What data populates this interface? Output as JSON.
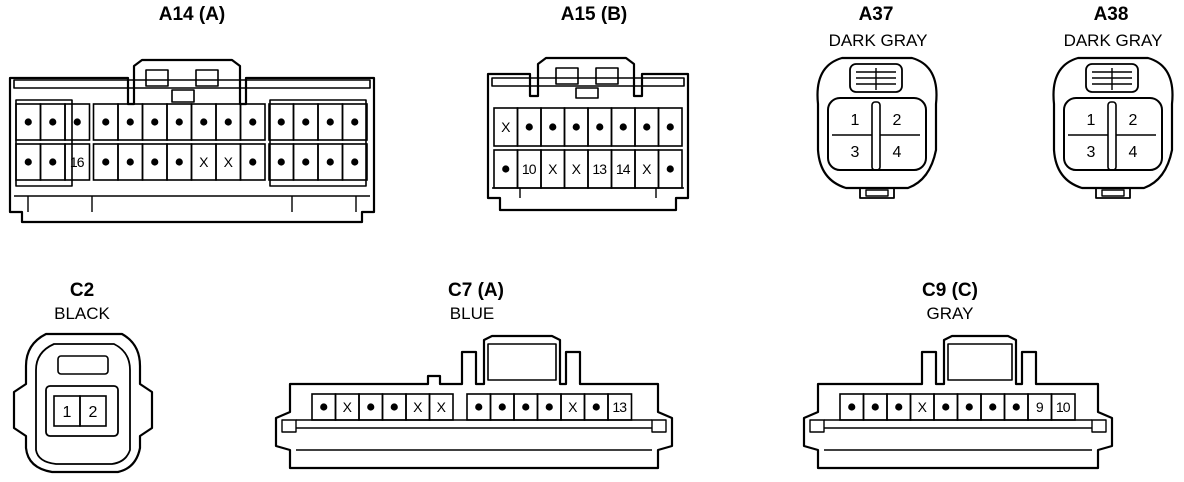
{
  "connectors": [
    {
      "id": "A14",
      "title": "A14 (A)",
      "subtitle": "",
      "rows": [
        [
          "•",
          "•",
          "•",
          "•",
          "•",
          "•",
          "•",
          "•",
          "•",
          "•",
          "•",
          "•",
          "•",
          "•"
        ],
        [
          "•",
          "•",
          "16",
          "•",
          "•",
          "•",
          "•",
          "X",
          "X",
          "•",
          "•",
          "•",
          "•",
          "•"
        ]
      ]
    },
    {
      "id": "A15",
      "title": "A15 (B)",
      "subtitle": "",
      "rows": [
        [
          "X",
          "•",
          "•",
          "•",
          "•",
          "•",
          "•",
          "•"
        ],
        [
          "•",
          "10",
          "X",
          "X",
          "13",
          "14",
          "X",
          "•"
        ]
      ]
    },
    {
      "id": "A37",
      "title": "A37",
      "subtitle": "DARK GRAY",
      "rows": [
        [
          "1",
          "2"
        ],
        [
          "3",
          "4"
        ]
      ]
    },
    {
      "id": "A38",
      "title": "A38",
      "subtitle": "DARK GRAY",
      "rows": [
        [
          "1",
          "2"
        ],
        [
          "3",
          "4"
        ]
      ]
    },
    {
      "id": "C2",
      "title": "C2",
      "subtitle": "BLACK",
      "rows": [
        [
          "1",
          "2"
        ]
      ]
    },
    {
      "id": "C7",
      "title": "C7 (A)",
      "subtitle": "BLUE",
      "rows": [
        [
          "•",
          "X",
          "•",
          "•",
          "X",
          "X",
          "•",
          "•",
          "•",
          "•",
          "X",
          "•",
          "13"
        ]
      ]
    },
    {
      "id": "C9",
      "title": "C9 (C)",
      "subtitle": "GRAY",
      "rows": [
        [
          "•",
          "•",
          "•",
          "X",
          "•",
          "•",
          "•",
          "•",
          "9",
          "10"
        ]
      ]
    }
  ]
}
